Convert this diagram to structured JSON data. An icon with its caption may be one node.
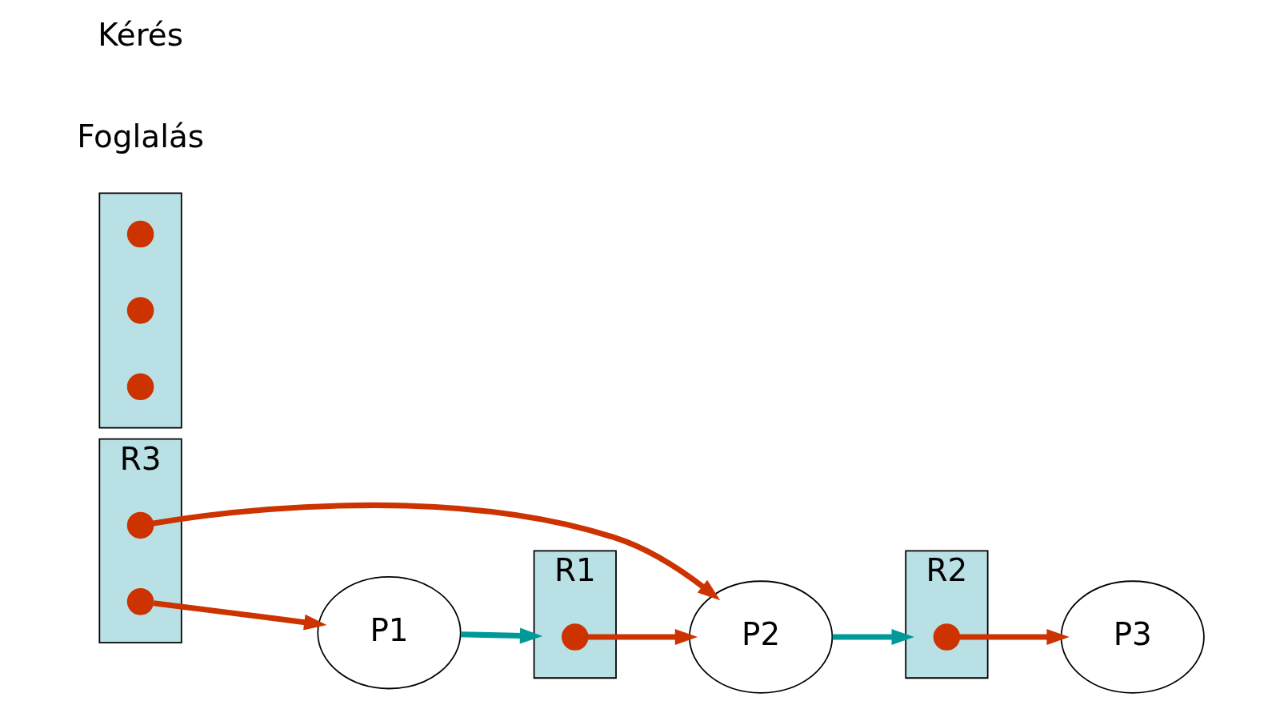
{
  "diagram": {
    "nodes": [
      {
        "text": [
          "R1"
        ]
      },
      {
        "text": [],
        "shape": "circle",
        "in": 0
      },
      {
        "text": [
          "R2"
        ]
      },
      {
        "text": [],
        "shape": "circle",
        "in": 2
      },
      {
        "text": [
          "P1"
        ]
      },
      {
        "text": [
          "P2"
        ]
      },
      {
        "text": [
          "P3"
        ]
      },
      {
        "text": [
          "R3"
        ]
      },
      {
        "text": [],
        "shape": "circle",
        "in": 7
      },
      {
        "text": [],
        "shape": "circle",
        "in": 7
      },
      {
        "text": [],
        "shape": "box"
      },
      {
        "text": [],
        "shape": "circle",
        "in": 10
      },
      {
        "text": [],
        "shape": "circle",
        "in": 10
      },
      {
        "text": [],
        "shape": "circle",
        "in": 10
      }
    ],
    "edges": [
      {
        "from": 4,
        "to": 0,
        "arrow": "to",
        "color": "#009999"
      },
      {
        "from": 1,
        "to": 5,
        "arrow": "to"
      },
      {
        "from": 5,
        "to": 2,
        "arrow": "to",
        "color": "#009999"
      },
      {
        "from": 3,
        "to": 6,
        "arrow": "to"
      },
      {
        "from": 8,
        "to": 5,
        "arrow": "to"
      },
      {
        "from": 9,
        "to": 4,
        "arrow": "to"
      }
    ],
    "labels": [
      "Foglalás",
      "Kérés"
    ]
  }
}
